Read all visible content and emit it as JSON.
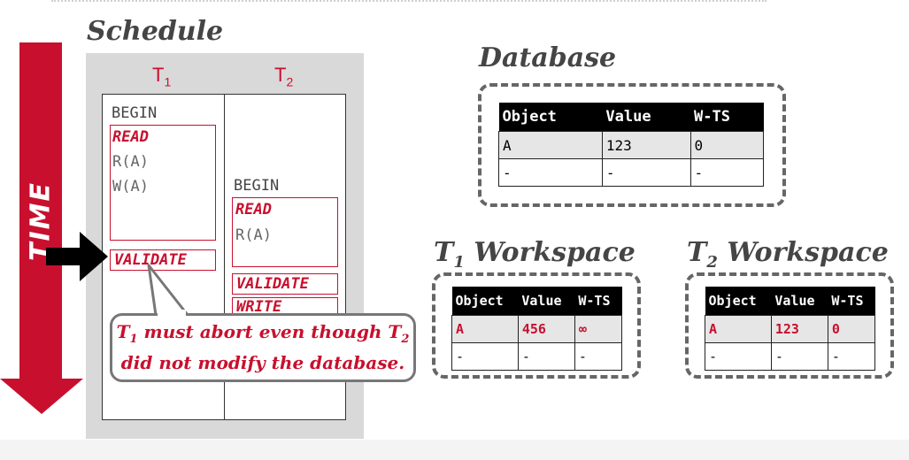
{
  "schedule": {
    "title": "Schedule",
    "col1": "T",
    "col1_sub": "1",
    "col2": "T",
    "col2_sub": "2",
    "t1": {
      "begin": "BEGIN",
      "read_label": "READ",
      "ops": [
        "R(A)",
        "W(A)"
      ],
      "validate_label": "VALIDATE"
    },
    "t2": {
      "begin": "BEGIN",
      "read_label": "READ",
      "ops": [
        "R(A)"
      ],
      "validate_label": "VALIDATE",
      "write_label": "WRITE"
    }
  },
  "time_label": "TIME",
  "callout": {
    "line1_a": "T",
    "line1_sub1": "1",
    "line1_b": " must abort even though T",
    "line1_sub2": "2",
    "line2": "did not modify the database."
  },
  "database": {
    "title": "Database",
    "headers": [
      "Object",
      "Value",
      "W-TS"
    ],
    "rows": [
      [
        "A",
        "123",
        "0"
      ],
      [
        "-",
        "-",
        "-"
      ]
    ]
  },
  "t1_workspace": {
    "title_t": "T",
    "title_sub": "1",
    "title_rest": "Workspace",
    "headers": [
      "Object",
      "Value",
      "W-TS"
    ],
    "rows": [
      [
        "A",
        "456",
        "∞"
      ],
      [
        "-",
        "-",
        "-"
      ]
    ]
  },
  "t2_workspace": {
    "title_t": "T",
    "title_sub": "2",
    "title_rest": "Workspace",
    "headers": [
      "Object",
      "Value",
      "W-TS"
    ],
    "rows": [
      [
        "A",
        "123",
        "0"
      ],
      [
        "-",
        "-",
        "-"
      ]
    ]
  },
  "colors": {
    "accent": "#c8102e",
    "gray_panel": "#d9d9d9",
    "dash": "#666666"
  }
}
